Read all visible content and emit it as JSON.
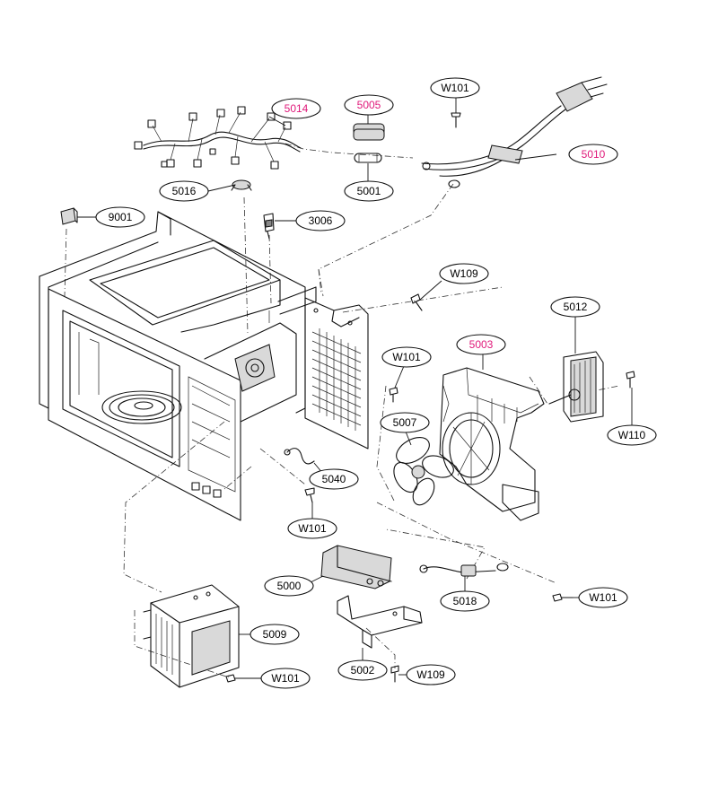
{
  "diagram": {
    "callouts": [
      {
        "id": "c-5014",
        "label": "5014",
        "color": "#e0197a"
      },
      {
        "id": "c-5005",
        "label": "5005",
        "color": "#e0197a"
      },
      {
        "id": "c-w101-top",
        "label": "W101",
        "color": "#000000"
      },
      {
        "id": "c-5010",
        "label": "5010",
        "color": "#e0197a"
      },
      {
        "id": "c-5016",
        "label": "5016",
        "color": "#000000"
      },
      {
        "id": "c-5001",
        "label": "5001",
        "color": "#000000"
      },
      {
        "id": "c-9001",
        "label": "9001",
        "color": "#000000"
      },
      {
        "id": "c-3006",
        "label": "3006",
        "color": "#000000"
      },
      {
        "id": "c-w109-top",
        "label": "W109",
        "color": "#000000"
      },
      {
        "id": "c-5012",
        "label": "5012",
        "color": "#000000"
      },
      {
        "id": "c-5003",
        "label": "5003",
        "color": "#e0197a"
      },
      {
        "id": "c-w101-mid",
        "label": "W101",
        "color": "#000000"
      },
      {
        "id": "c-5007",
        "label": "5007",
        "color": "#000000"
      },
      {
        "id": "c-w110",
        "label": "W110",
        "color": "#000000"
      },
      {
        "id": "c-5040",
        "label": "5040",
        "color": "#000000"
      },
      {
        "id": "c-w101-left",
        "label": "W101",
        "color": "#000000"
      },
      {
        "id": "c-5000",
        "label": "5000",
        "color": "#000000"
      },
      {
        "id": "c-5018",
        "label": "5018",
        "color": "#000000"
      },
      {
        "id": "c-w101-right",
        "label": "W101",
        "color": "#000000"
      },
      {
        "id": "c-5009",
        "label": "5009",
        "color": "#000000"
      },
      {
        "id": "c-5002",
        "label": "5002",
        "color": "#000000"
      },
      {
        "id": "c-w109-bottom",
        "label": "W109",
        "color": "#000000"
      },
      {
        "id": "c-w101-bottom",
        "label": "W101",
        "color": "#000000"
      }
    ]
  }
}
